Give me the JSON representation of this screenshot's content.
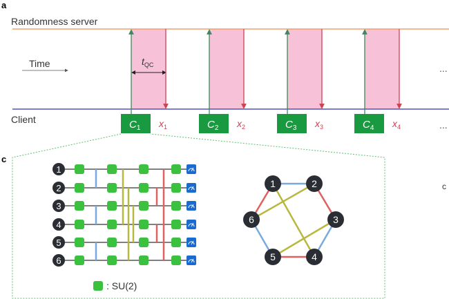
{
  "panel_a": {
    "panel_label": "a",
    "server_label": "Randomness server",
    "client_label": "Client",
    "time_label": "Time",
    "tqc_label": "t",
    "tqc_sub": "QC",
    "rounds": [
      {
        "circuit": "C",
        "circuit_sub": "1",
        "output": "x",
        "output_sub": "1"
      },
      {
        "circuit": "C",
        "circuit_sub": "2",
        "output": "x",
        "output_sub": "2"
      },
      {
        "circuit": "C",
        "circuit_sub": "3",
        "output": "x",
        "output_sub": "3"
      },
      {
        "circuit": "C",
        "circuit_sub": "4",
        "output": "x",
        "output_sub": "4"
      }
    ],
    "ellipsis": "..."
  },
  "panel_c": {
    "panel_label": "c",
    "qubits": [
      "1",
      "2",
      "3",
      "4",
      "5",
      "6"
    ],
    "legend_label": ": SU(2)",
    "couplings": {
      "blue": [
        [
          1,
          2
        ],
        [
          3,
          4
        ],
        [
          5,
          6
        ]
      ],
      "yellow": [
        [
          1,
          4
        ],
        [
          2,
          6
        ],
        [
          3,
          5
        ]
      ],
      "red": [
        [
          2,
          3
        ],
        [
          4,
          5
        ],
        [
          1,
          6
        ]
      ]
    },
    "stray_label": "c"
  },
  "colors": {
    "server_line": "#f0a070",
    "client_line": "#5050c0",
    "pink": "#f7c1d8",
    "green_arrow": "#3a8a5a",
    "red_arrow": "#d04050",
    "circuit_box": "#1a9a40",
    "su2_gate": "#3cc040",
    "measure": "#1a6ad0",
    "qubit": "#2a2d33",
    "blue": "#7aaadd",
    "yellow": "#b8b840",
    "red": "#e06060"
  }
}
